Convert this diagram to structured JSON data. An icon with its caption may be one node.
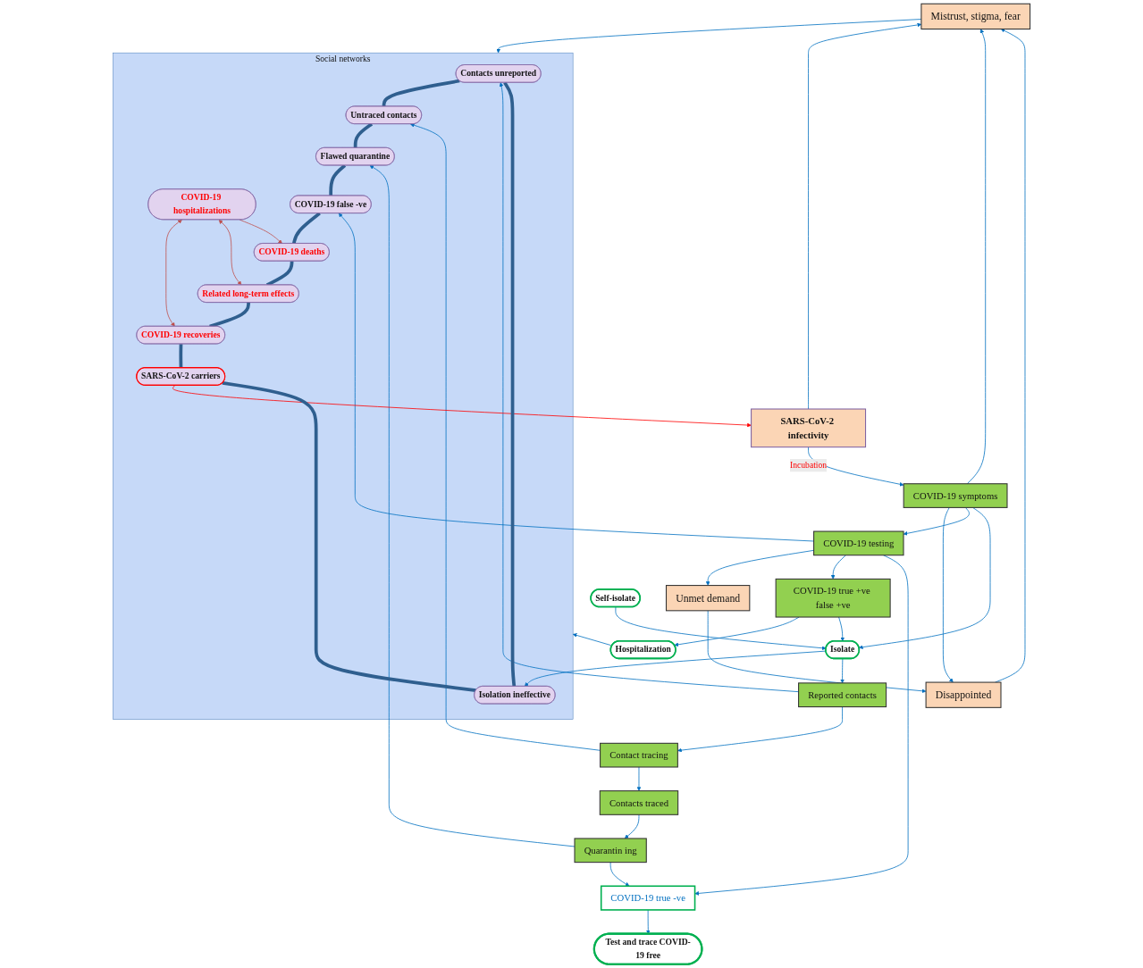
{
  "diagram": {
    "nodes": [
      {
        "text": [
          "Mistrust, stigma, fear"
        ]
      },
      {
        "text": [
          "Disappointed"
        ]
      },
      {
        "text": [
          "Unmet demand"
        ]
      },
      {
        "text": [
          "Hospitalization"
        ]
      },
      {
        "text": [
          "SARS-CoV-2 infectivity"
        ]
      },
      {
        "text": [
          "COVID-19 symptoms"
        ]
      },
      {
        "text": [
          "Self-isolate"
        ]
      },
      {
        "text": [
          "COVID-19 testing"
        ]
      },
      {
        "text": [
          "COVID-19 true +ve false +ve"
        ]
      },
      {
        "text": [
          "Isolate"
        ]
      },
      {
        "text": [
          "Reported contacts"
        ]
      },
      {
        "text": [
          "Contact tracing"
        ]
      },
      {
        "text": [
          "Contacts traced"
        ]
      },
      {
        "text": [
          "Quarantin ing"
        ]
      },
      {
        "text": [
          "COVID-19 true -ve"
        ]
      },
      {
        "text": [
          "Social networks"
        ]
      },
      {
        "text": [
          "Contacts unreported"
        ],
        "in": 15
      },
      {
        "text": [
          "Untraced contacts"
        ],
        "in": 15
      },
      {
        "text": [
          "Isolation ineffective"
        ],
        "in": 15
      },
      {
        "text": [
          "Flawed quarantine"
        ],
        "in": 15
      },
      {
        "text": [
          "COVID-19 hospitalizations"
        ],
        "in": 15
      },
      {
        "text": [
          "SARS-CoV-2 carriers"
        ],
        "in": 15
      },
      {
        "text": [
          "COVID-19 false -ve"
        ],
        "in": 15
      },
      {
        "text": [
          "COVID-19 recoveries"
        ],
        "in": 15
      },
      {
        "text": [
          "Related long-term effects"
        ],
        "in": 15
      },
      {
        "text": [
          "COVID-19 deaths"
        ],
        "in": 15
      },
      {
        "text": [
          "Test and trace COVID-19 free"
        ]
      }
    ],
    "edges": [
      {
        "from": 1,
        "to": 0,
        "arrow": "to"
      },
      {
        "from": 5,
        "to": 0,
        "arrow": "to"
      },
      {
        "from": 2,
        "to": 1,
        "arrow": "to"
      },
      {
        "from": 4,
        "to": 0,
        "arrow": "to"
      },
      {
        "from": 3,
        "to": 15,
        "arrow": "to"
      },
      {
        "from": 0,
        "to": 15,
        "arrow": "to"
      },
      {
        "from": 4,
        "to": 5,
        "arrow": "to",
        "label": "Incubation"
      },
      {
        "from": 5,
        "to": 1,
        "arrow": "to"
      },
      {
        "from": 5,
        "to": 7,
        "arrow": "to"
      },
      {
        "from": 7,
        "to": 2,
        "arrow": "to"
      },
      {
        "from": 7,
        "to": 8,
        "arrow": "to"
      },
      {
        "from": 8,
        "to": 3,
        "arrow": "to"
      },
      {
        "from": 7,
        "to": 14,
        "arrow": "to"
      },
      {
        "from": 7,
        "to": 22,
        "arrow": "to"
      },
      {
        "from": 5,
        "to": 9,
        "arrow": "to"
      },
      {
        "from": 6,
        "to": 9,
        "arrow": "to"
      },
      {
        "from": 8,
        "to": 9,
        "arrow": "to"
      },
      {
        "from": 9,
        "to": 10,
        "arrow": "to"
      },
      {
        "from": 10,
        "to": 11,
        "arrow": "to"
      },
      {
        "from": 11,
        "to": 12,
        "arrow": "to"
      },
      {
        "from": 12,
        "to": 13,
        "arrow": "to"
      },
      {
        "from": 13,
        "to": 14,
        "arrow": "to"
      },
      {
        "from": 9,
        "to": 18,
        "arrow": "to"
      },
      {
        "from": 10,
        "to": 16,
        "arrow": "to"
      },
      {
        "from": 11,
        "to": 17,
        "arrow": "to"
      },
      {
        "from": 13,
        "to": 19,
        "arrow": "to"
      },
      {
        "from": 14,
        "to": 26,
        "arrow": "to"
      },
      {
        "from": 21,
        "to": 4,
        "arrow": "to",
        "color": "#ff0000"
      },
      {
        "from": 20,
        "to": 23,
        "arrow": "both",
        "color": "#c0504d"
      },
      {
        "from": 20,
        "to": 24,
        "arrow": "both",
        "color": "#c0504d"
      },
      {
        "from": 20,
        "to": 25,
        "arrow": "to",
        "color": "#c0504d"
      },
      {
        "from": 18,
        "to": 16,
        "arrow": "none",
        "style": "thick",
        "color": "#2f5f8f"
      },
      {
        "from": 16,
        "to": 17,
        "arrow": "none",
        "style": "thick",
        "color": "#2f5f8f"
      },
      {
        "from": 17,
        "to": 19,
        "arrow": "none",
        "style": "thick",
        "color": "#2f5f8f"
      },
      {
        "from": 19,
        "to": 22,
        "arrow": "none",
        "style": "thick",
        "color": "#2f5f8f"
      },
      {
        "from": 22,
        "to": 25,
        "arrow": "none",
        "style": "thick",
        "color": "#2f5f8f"
      },
      {
        "from": 25,
        "to": 24,
        "arrow": "none",
        "style": "thick",
        "color": "#2f5f8f"
      },
      {
        "from": 24,
        "to": 23,
        "arrow": "none",
        "style": "thick",
        "color": "#2f5f8f"
      },
      {
        "from": 23,
        "to": 21,
        "arrow": "none",
        "style": "thick",
        "color": "#2f5f8f"
      },
      {
        "from": 21,
        "to": 18,
        "arrow": "none",
        "style": "thick",
        "color": "#2f5f8f"
      }
    ]
  }
}
